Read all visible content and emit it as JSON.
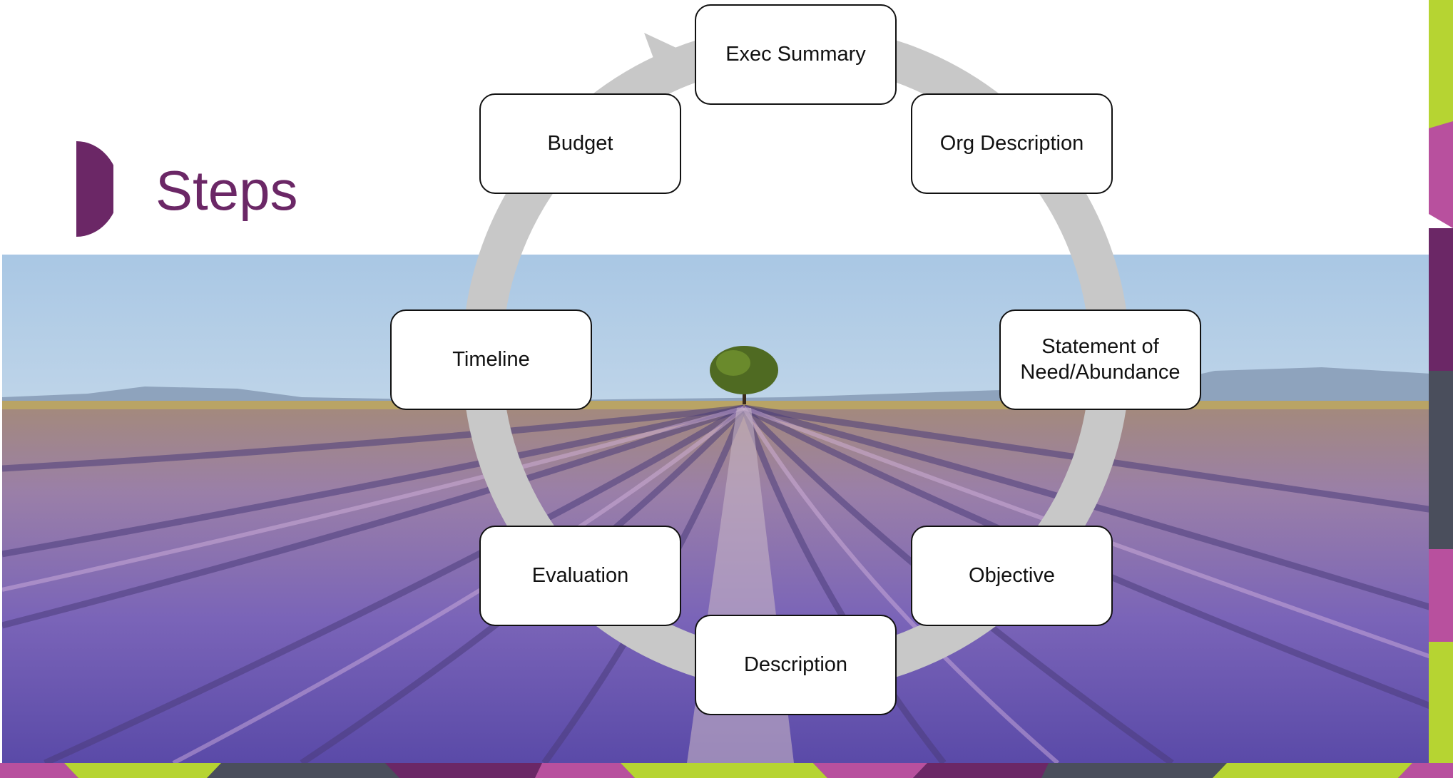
{
  "slide": {
    "title": "Steps",
    "colors": {
      "title": "#6b2766",
      "accent_purple": "#6b2766",
      "accent_magenta": "#b8509e",
      "accent_lime": "#b6d432",
      "accent_slate": "#4a4e5c",
      "cycle_arrow": "#c8c8c8"
    }
  },
  "background_image": {
    "description_icon": "lavender-field-photo"
  },
  "cycle": {
    "steps": [
      {
        "label": "Exec Summary"
      },
      {
        "label": "Org Description"
      },
      {
        "label": "Statement of\nNeed/Abundance"
      },
      {
        "label": "Objective"
      },
      {
        "label": "Description"
      },
      {
        "label": "Evaluation"
      },
      {
        "label": "Timeline"
      },
      {
        "label": "Budget"
      }
    ]
  }
}
